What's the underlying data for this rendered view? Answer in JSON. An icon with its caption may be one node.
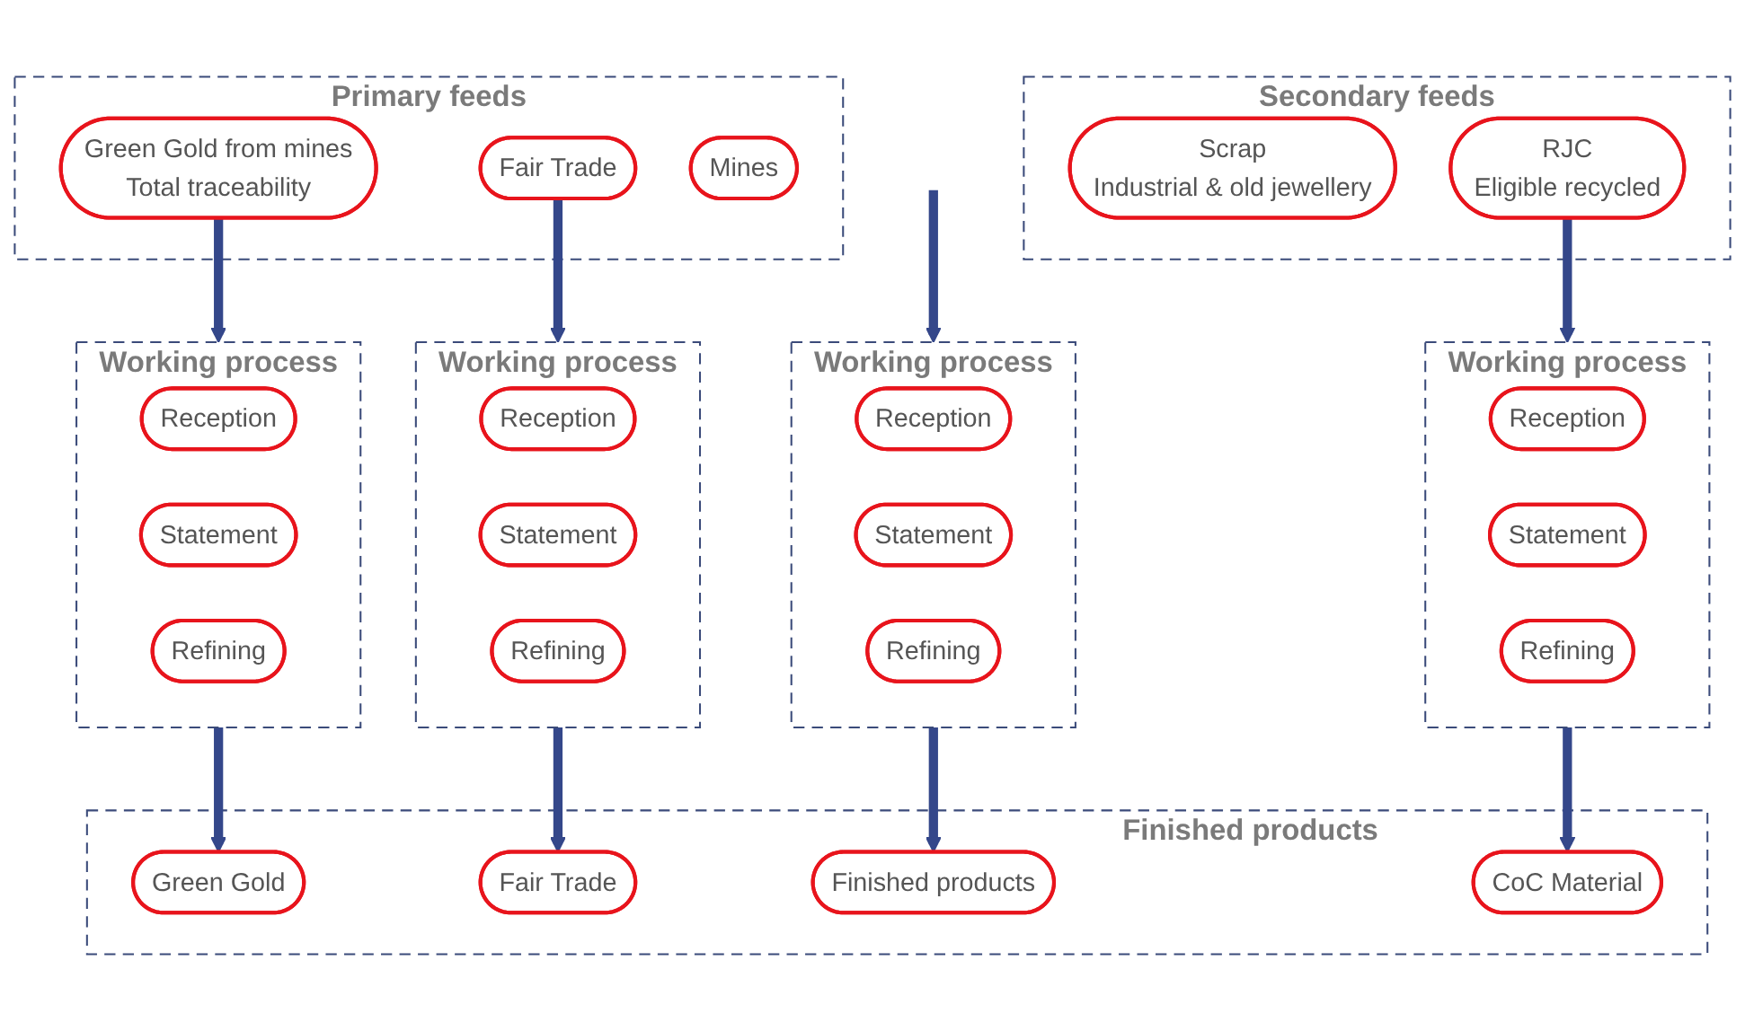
{
  "diagram": {
    "nodes": [
      {
        "text": [
          "Primary feeds"
        ]
      },
      {
        "text": [
          "Green Gold from mines",
          "Total traceability"
        ],
        "in": 0
      },
      {
        "text": [
          "Fair Trade"
        ],
        "in": 0
      },
      {
        "text": [
          "Mines"
        ],
        "in": 0
      },
      {
        "text": [
          "Secondary feeds"
        ]
      },
      {
        "text": [
          "Scrap",
          "Industrial & old jewellery"
        ],
        "in": 4
      },
      {
        "text": [
          "RJC",
          "Eligible recycled"
        ],
        "in": 4
      },
      {
        "text": [
          "Working process"
        ]
      },
      {
        "text": [
          "Reception"
        ],
        "in": 7
      },
      {
        "text": [
          "Statement"
        ],
        "in": 7
      },
      {
        "text": [
          "Refining"
        ],
        "in": 7
      },
      {
        "text": [
          "Working process"
        ]
      },
      {
        "text": [
          "Reception"
        ],
        "in": 11
      },
      {
        "text": [
          "Statement"
        ],
        "in": 11
      },
      {
        "text": [
          "Refining"
        ],
        "in": 11
      },
      {
        "text": [
          "Working process"
        ]
      },
      {
        "text": [
          "Reception"
        ],
        "in": 15
      },
      {
        "text": [
          "Statement"
        ],
        "in": 15
      },
      {
        "text": [
          "Refining"
        ],
        "in": 15
      },
      {
        "text": [
          "Working process"
        ]
      },
      {
        "text": [
          "Reception"
        ],
        "in": 19
      },
      {
        "text": [
          "Statement"
        ],
        "in": 19
      },
      {
        "text": [
          "Refining"
        ],
        "in": 19
      },
      {
        "text": [
          "Finished products"
        ]
      },
      {
        "text": [
          "Green Gold"
        ],
        "in": 23
      },
      {
        "text": [
          "Fair Trade"
        ],
        "in": 23
      },
      {
        "text": [
          "Finished products"
        ],
        "in": 23
      },
      {
        "text": [
          "CoC Material"
        ],
        "in": 23
      }
    ],
    "edges": [
      {
        "from": 1,
        "to": 7,
        "arrow": "to"
      },
      {
        "from": 2,
        "to": 11,
        "arrow": "to"
      },
      {
        "from": null,
        "to": 15,
        "arrow": "to"
      },
      {
        "from": 6,
        "to": 19,
        "arrow": "to"
      },
      {
        "from": 7,
        "to": 24,
        "arrow": "to"
      },
      {
        "from": 11,
        "to": 25,
        "arrow": "to"
      },
      {
        "from": 15,
        "to": 26,
        "arrow": "to"
      },
      {
        "from": 19,
        "to": 27,
        "arrow": "to"
      }
    ]
  }
}
